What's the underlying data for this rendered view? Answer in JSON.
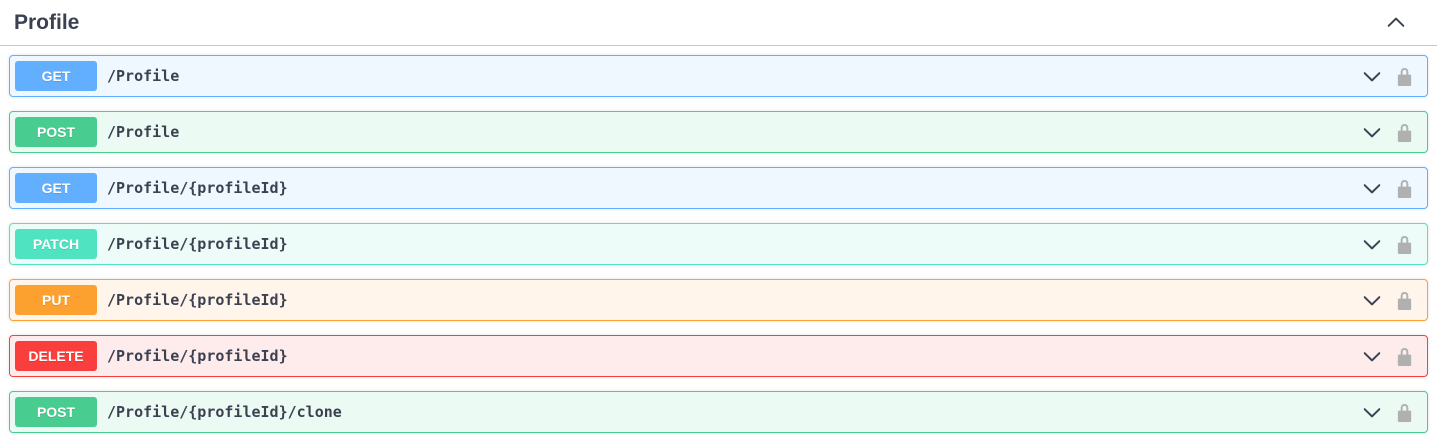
{
  "section": {
    "title": "Profile",
    "collapse_icon": "chevron-up"
  },
  "colors": {
    "get": "#61affe",
    "post": "#49cc90",
    "patch": "#50e3c2",
    "put": "#fca130",
    "delete": "#f93e3e",
    "text": "#3b4151",
    "lock_icon": "#b0b0b0",
    "header_border": "rgba(59,65,81,0.3)"
  },
  "endpoints": [
    {
      "method": "GET",
      "path": "/Profile",
      "color_key": "get"
    },
    {
      "method": "POST",
      "path": "/Profile",
      "color_key": "post"
    },
    {
      "method": "GET",
      "path": "/Profile/{profileId}",
      "color_key": "get"
    },
    {
      "method": "PATCH",
      "path": "/Profile/{profileId}",
      "color_key": "patch"
    },
    {
      "method": "PUT",
      "path": "/Profile/{profileId}",
      "color_key": "put"
    },
    {
      "method": "DELETE",
      "path": "/Profile/{profileId}",
      "color_key": "delete"
    },
    {
      "method": "POST",
      "path": "/Profile/{profileId}/clone",
      "color_key": "post"
    }
  ]
}
